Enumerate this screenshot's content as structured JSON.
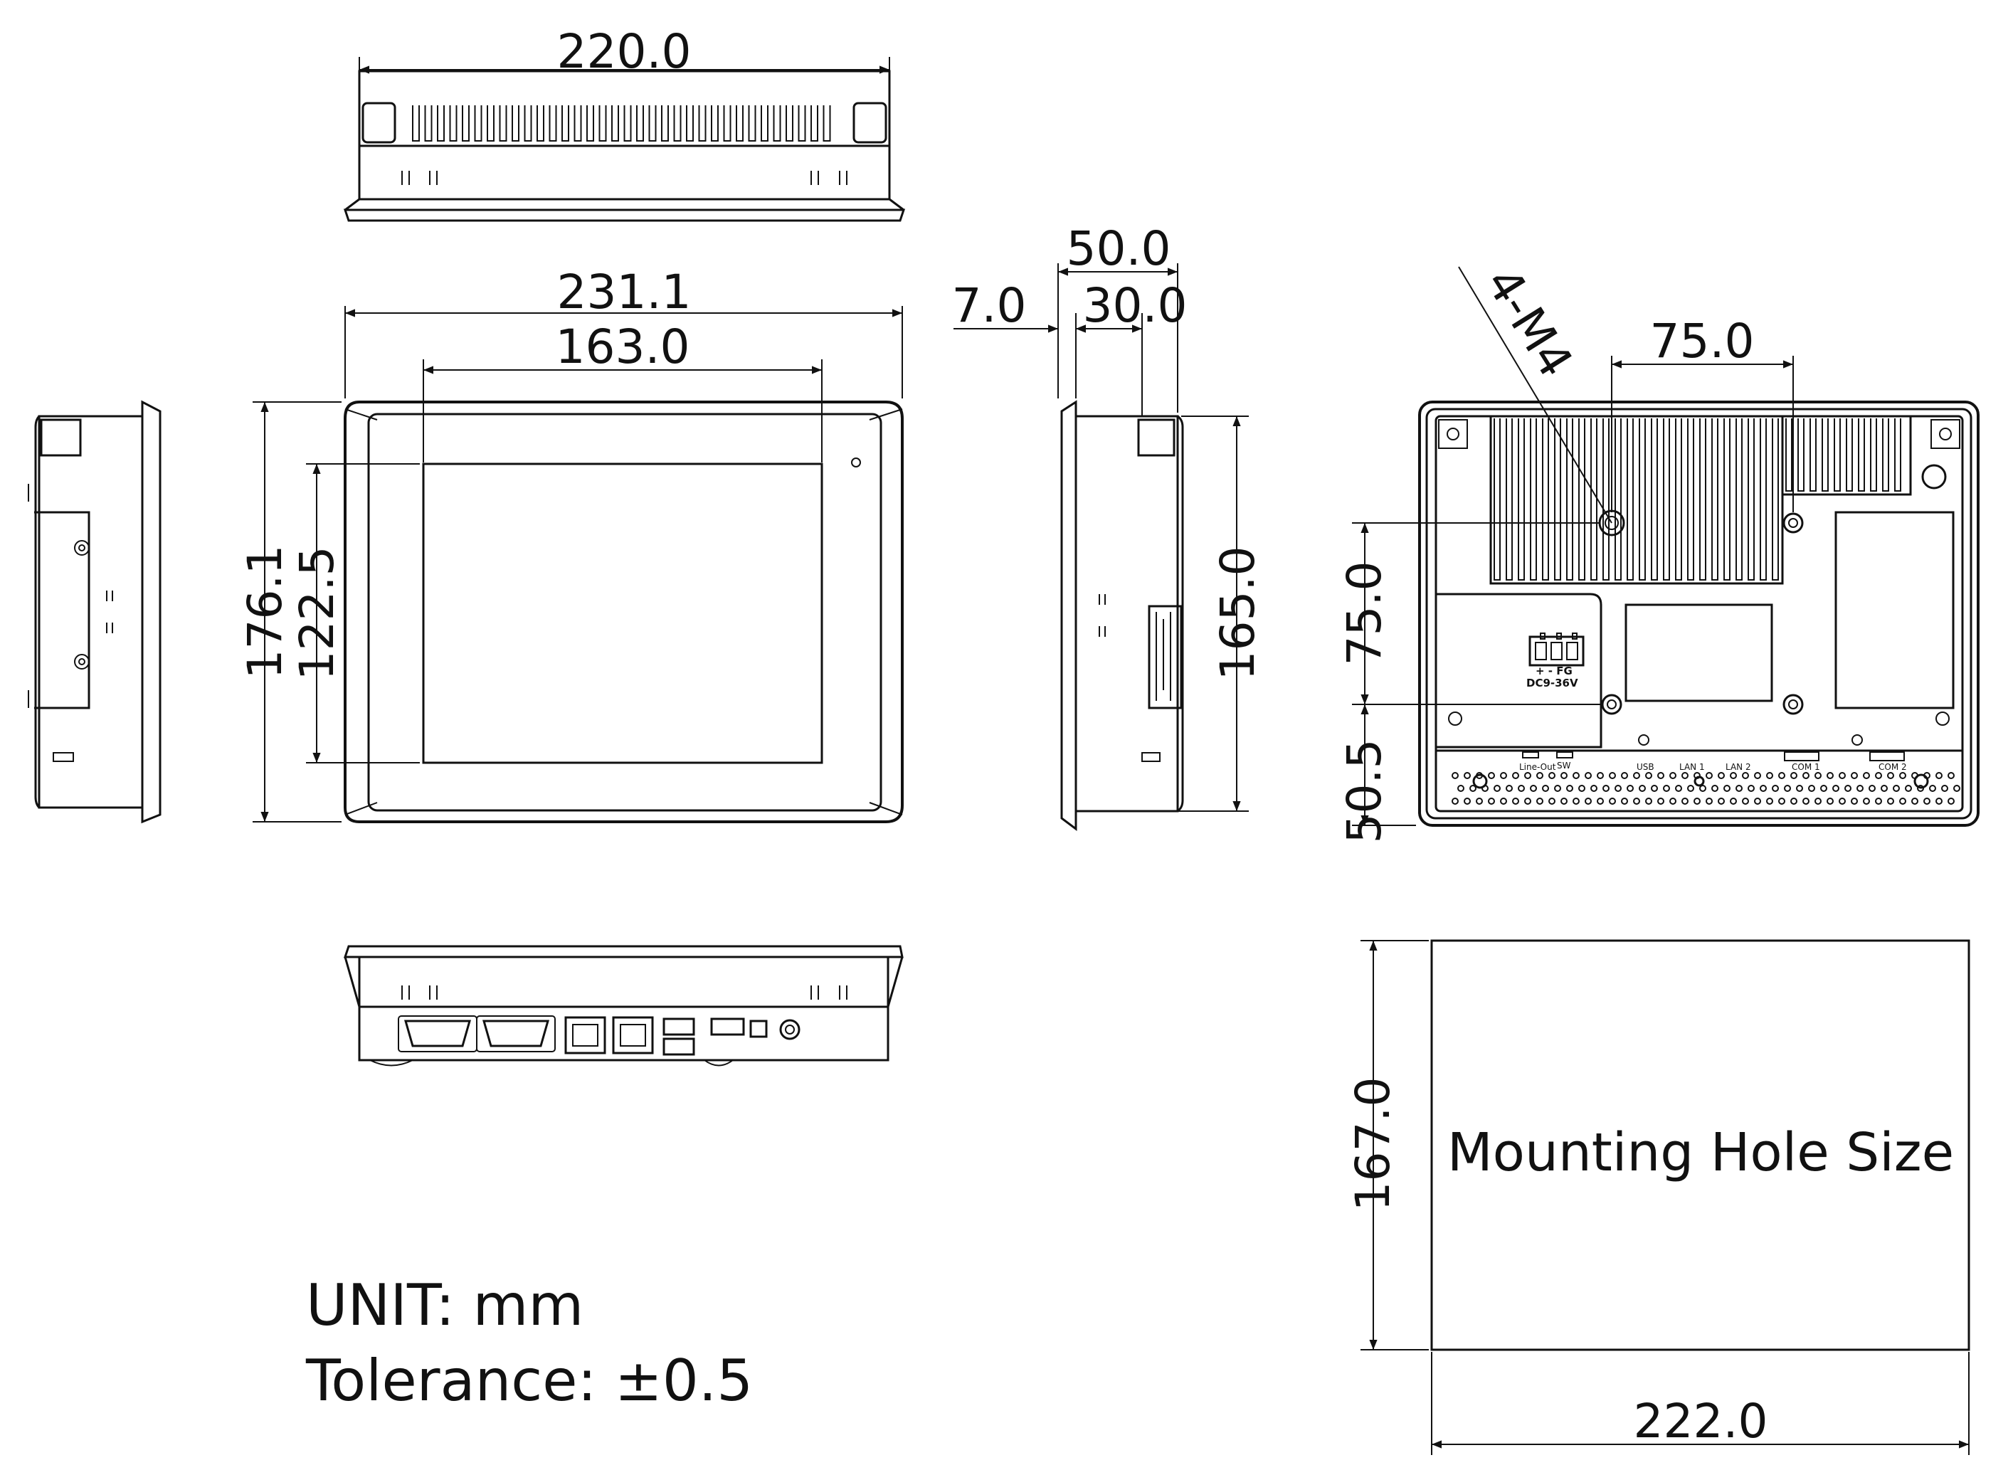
{
  "dimensions": {
    "top_width": "220.0",
    "front_width": "231.1",
    "screen_width": "163.0",
    "front_height": "176.1",
    "screen_height": "122.5",
    "side_depth": "50.0",
    "side_offset": "7.0",
    "side_inner": "30.0",
    "side_height": "165.0",
    "screw_label": "4-M4",
    "vesa_horizontal": "75.0",
    "vesa_vertical": "75.0",
    "vesa_bottom_offset": "50.5",
    "cutout_height": "167.0",
    "cutout_width": "222.0"
  },
  "cutout_label": "Mounting Hole Size",
  "notes": {
    "unit": "UNIT: mm",
    "tolerance": "Tolerance: ±0.5"
  },
  "rear_labels": {
    "power": "DC9-36V",
    "power_pins": "+  -  FG",
    "line_out": "Line-Out",
    "sw": "SW",
    "usb": "USB",
    "lan1": "LAN 1",
    "lan2": "LAN 2",
    "com1": "COM 1",
    "com2": "COM 2"
  }
}
